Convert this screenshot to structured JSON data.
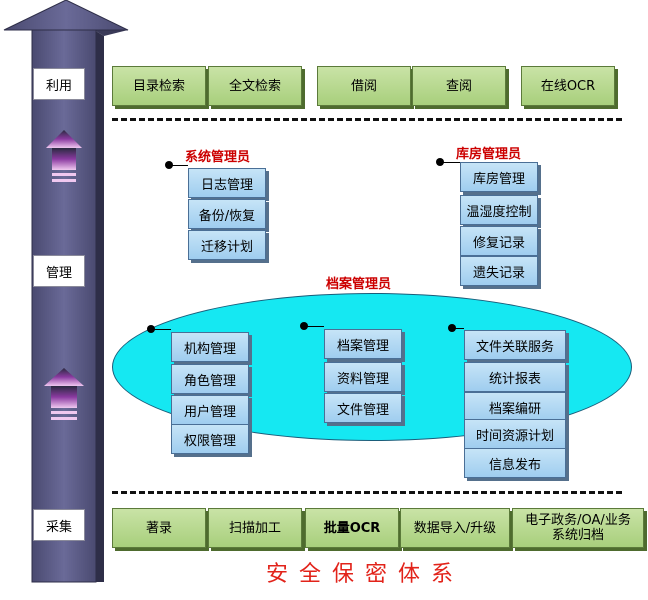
{
  "stages": {
    "use": "利用",
    "manage": "管理",
    "collect": "采集"
  },
  "use_row": [
    "目录检索",
    "全文检索",
    "借阅",
    "查阅",
    "在线OCR"
  ],
  "collect_row": [
    "著录",
    "扫描加工",
    "批量OCR",
    "数据导入/升级",
    "电子政务/OA/业务系统归档"
  ],
  "system_admin": {
    "title": "系统管理员",
    "items": [
      "日志管理",
      "备份/恢复",
      "迁移计划"
    ]
  },
  "warehouse_admin": {
    "title": "库房管理员",
    "items": [
      "库房管理",
      "温湿度控制",
      "修复记录",
      "遗失记录"
    ]
  },
  "archive_admin": {
    "title": "档案管理员",
    "col1": [
      "机构管理",
      "角色管理",
      "用户管理",
      "权限管理"
    ],
    "col2": [
      "档案管理",
      "资料管理",
      "文件管理"
    ],
    "col3": [
      "文件关联服务",
      "统计报表",
      "档案编研",
      "时间资源计划",
      "信息发布"
    ]
  },
  "footer": "安全保密体系",
  "colors": {
    "arrow": "#565680",
    "green": "#a8cf7c",
    "blue": "#9fcdef",
    "ellipse": "#15e8f2",
    "title_red": "#cc0000"
  }
}
